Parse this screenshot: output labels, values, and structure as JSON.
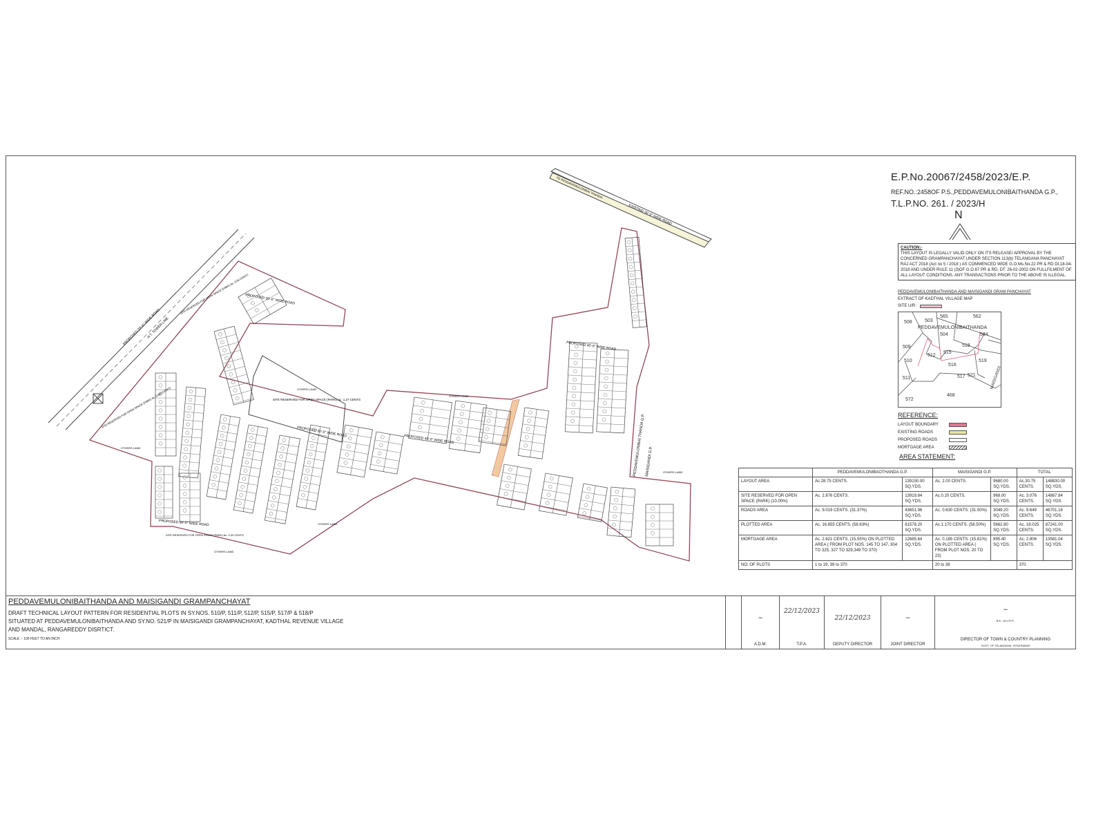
{
  "header": {
    "ep_no": "E.P.No.20067/2458/2023/E.P.",
    "ref_no": "REF.NO.:2458OF P.S.,PEDDAVEMULONIBAITHANDA G.P.,",
    "tlp_no": "T.L.P.NO. 261. / 2023/H",
    "north": "N"
  },
  "caution": {
    "title": "CAUTION:-",
    "text": "THIS LAYOUT IS LEGALLY VALID ONLY ON ITS RELEASE/ APPROVAL BY THE CONCERNED GRAMPANCHAYAT UNDER SECTION 113(b) TELANGANA PANCHAYAT RAJ ACT 2018 (Act no 5 / 2018 ) AS COMMENCED WIDE G.O.Ms.No.22 PR & RD Dt.18-04-2018 AND UNDER RULE 11 (3)OF G.O.67 PR & RD, DT: 26-02-2002 ON FULLFILMENT OF ALL LAYOUT CONDITIONS. ANY TRANSACTIONS PRIOR TO THE ABOVE IS ILLEGAL."
  },
  "extract": {
    "heading": "PEDDAVEMULONIBAITHANDA AND MAISIGANDI GRAM PANCHAYAT",
    "subheading": "EXTRACT OF KADTHAL VILLAGE MAP",
    "site_label": "SITE U/R :",
    "village_name": "PEDDAVEMULONIBAITHANDA",
    "gp_name": "MAISIGANDI",
    "survey_numbers": [
      "508",
      "503",
      "565",
      "562",
      "504",
      "564",
      "509",
      "518",
      "510",
      "512",
      "515",
      "516",
      "519",
      "511",
      "517",
      "521",
      "468",
      "572"
    ]
  },
  "reference": {
    "title": "REFERENCE:",
    "items": [
      {
        "label": "LAYOUT BOUNDARY",
        "color": "#e07890"
      },
      {
        "label": "EXISTING ROADS",
        "color": "#e8e4a0"
      },
      {
        "label": "PROPOSED ROADS",
        "color": "#ffffff"
      },
      {
        "label": "MORTGAGE AREA",
        "color": "hatch"
      }
    ]
  },
  "area_statement": {
    "title": "AREA STATEMENT:",
    "headers": [
      "",
      "PEDDAVEMULONIBAOTHANDA G.P.",
      "MAISIGANDI G.P.",
      "TOTAL"
    ],
    "rows": [
      {
        "label": "LAYOUT AREA",
        "cells": [
          "Ac.28.75 CENTS.",
          "139150.00 SQ.YDS.",
          "Ac. 2.00 CENTS.",
          "9680.00 SQ.YDS.",
          "Ac.30.75 CENTS.",
          "148830.00 SQ.YDS."
        ]
      },
      {
        "label": "SITE RESERVED FOR OPEN SPACE (PARK) (10.00%)",
        "cells": [
          "Ac. 2.876 CENTS.",
          "13919.84 SQ.YDS.",
          "Ac.0.20 CENTS.",
          "968.00 SQ.YDS.",
          "Ac. 3.076 CENTS.",
          "14887.84 SQ.YDS."
        ]
      },
      {
        "label": "ROADS AREA",
        "cells": [
          "Ac. 9.019 CENTS. (31.37%)",
          "43651.96 SQ.YDS.",
          "Ac. 0.630 CENTS. (31.50%)",
          "3049.20 SQ.YDS.",
          "Ac. 9.649 CENTS.",
          "46701.16 SQ.YDS."
        ]
      },
      {
        "label": "PLOTTED AREA",
        "cells": [
          "Ac. 16.855 CENTS. (58.63%)",
          "81578.20 SQ.YDS.",
          "Ac.1.170 CENTS. (58.50%)",
          "5662.80 SQ.YDS.",
          "Ac. 18.025 CENTS.",
          "87241.00 SQ.YDS."
        ]
      },
      {
        "label": "MORTGAGE AREA",
        "cells": [
          "Ac. 2.621 CENTS. (15.55%) ON PLOTTED AREA ( FROM PLOT NOS. 145 TO 147, 304 TO 325, 327 TO 329,349 TO 370)",
          "12685.64 SQ.YDS.",
          "Ac. 0.185 CENTS. (15.81%) ON PLOTTED AREA ( FROM PLOT NOS. 20 TO 23)",
          "895.40 SQ.YDS.",
          "Ac. 2.806 CENTS.",
          "13581.04 SQ.YDS."
        ]
      },
      {
        "label": "NO. OF PLOTS",
        "span_cells": [
          "1 to 19, 39 to 370",
          "20 to 38",
          "370"
        ]
      }
    ]
  },
  "map_labels": {
    "highway": "PROPOSED 33'-0\" WIDE ROAD",
    "tower_line": "H.T. TOWER LINE",
    "existing_road": "EXISTING 30'-0\" WIDE ROAD",
    "to_village": "TO PEDDAVEMULONIBAI THANDA",
    "others_land": "OTHERS LAND",
    "park_main": "SITE RESERVED FOR OPEN SPACE (PARK) Ac. 1.27 CENTS",
    "park_top": "SITE RESERVED FOR OPEN SPACE (PARK) Ac. 0.56 CENTS",
    "park_left": "SITE RESERVED FOR OPEN SPACE (PARK) Ac. 0.886 CENTS",
    "park_bottom": "SITE RESERVED FOR OPEN SPACE (PARK) Ac. 0.33 CENTS",
    "road_30": "PROPOSED 30'-0\" WIDE ROAD",
    "road_40": "PROPOSED 40'-0\" WIDE ROAD",
    "gp_boundary_1": "PEDDAVEMULONIBAI THANDA G.P.",
    "gp_boundary_2": "MAISIGANDI G.P."
  },
  "title_block": {
    "title": "PEDDAVEMULONIBAITHANDA AND MAISIGANDI GRAMPANCHAYAT",
    "line1": "DRAFT TECHNICAL LAYOUT PATTERN FOR RESIDENTIAL PLOTS IN SY.NOS. 510/P, 511/P, 512/P, 515/P, 517/P & 518/P",
    "line2": "SITUATED AT PEDDAVEMULONIBAITHANDA AND SY.NO. 521/P IN MAISIGANDI GRAMPANCHAYAT, KADTHAL REVENUE VILLAGE",
    "line3": "AND MANDAL, RANGAREDDY DISRTICT.",
    "scale": "SCALE :-  100 FEET TO AN INCH"
  },
  "signatures": [
    {
      "role": "A.D.M.",
      "date": ""
    },
    {
      "role": "T.P.A.",
      "date": "22/12/2023"
    },
    {
      "role": "DEPUTY DIRECTOR",
      "date": "22/12/2023"
    },
    {
      "role": "JOINT DIRECTOR",
      "date": ""
    },
    {
      "role": "DIRECTOR OF TOWN & COUNTRY PLANNING",
      "sub": "GOVT. OF TELANGANA, HYDERABAD",
      "qual": "B.E., M.U.R.P.,"
    }
  ],
  "colors": {
    "boundary": "#d9607a",
    "existing_road": "#e8e4a0",
    "line": "#444444"
  }
}
